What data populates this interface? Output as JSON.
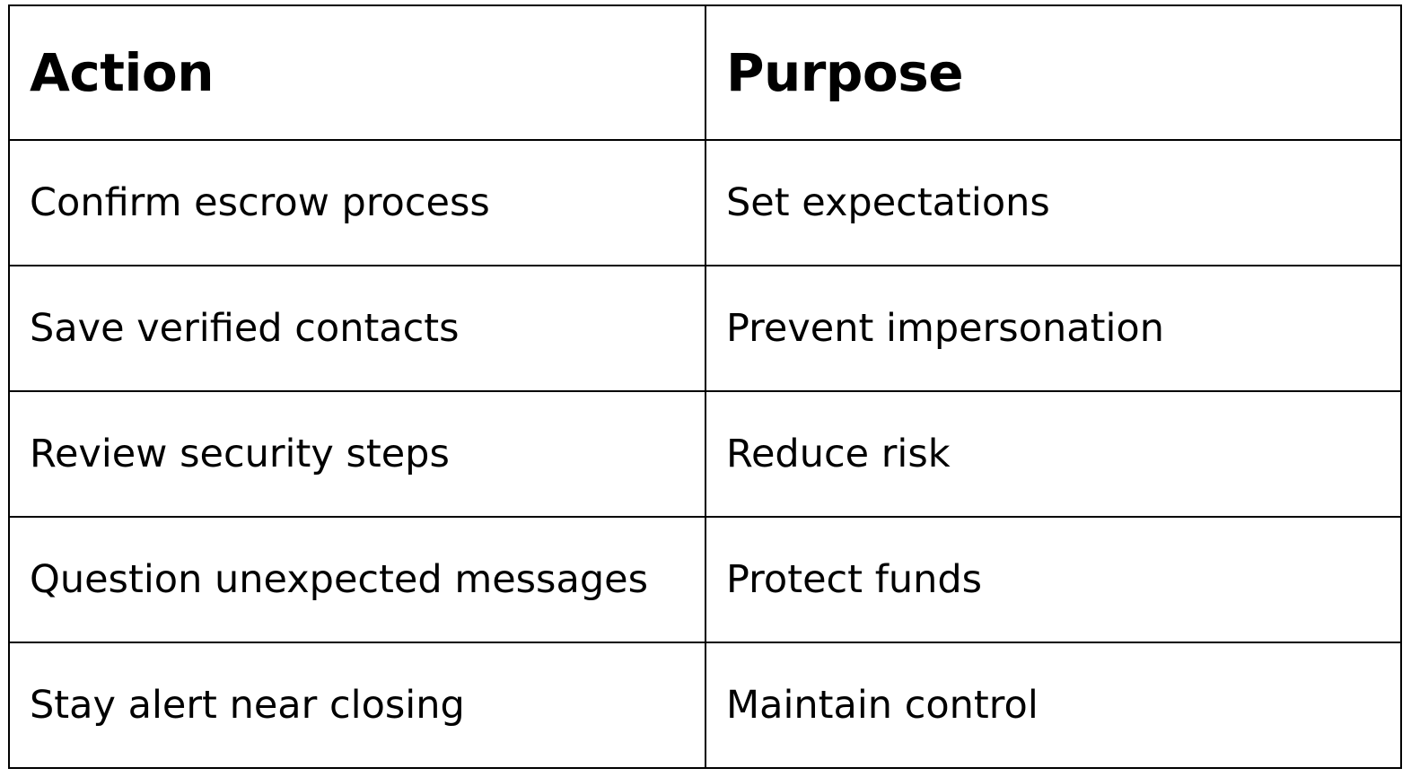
{
  "table": {
    "headers": [
      "Action",
      "Purpose"
    ],
    "rows": [
      [
        "Confirm escrow process",
        "Set expectations"
      ],
      [
        "Save verified contacts",
        "Prevent impersonation"
      ],
      [
        "Review security steps",
        "Reduce risk"
      ],
      [
        "Question unexpected messages",
        "Protect funds"
      ],
      [
        "Stay alert near closing",
        "Maintain control"
      ]
    ]
  }
}
